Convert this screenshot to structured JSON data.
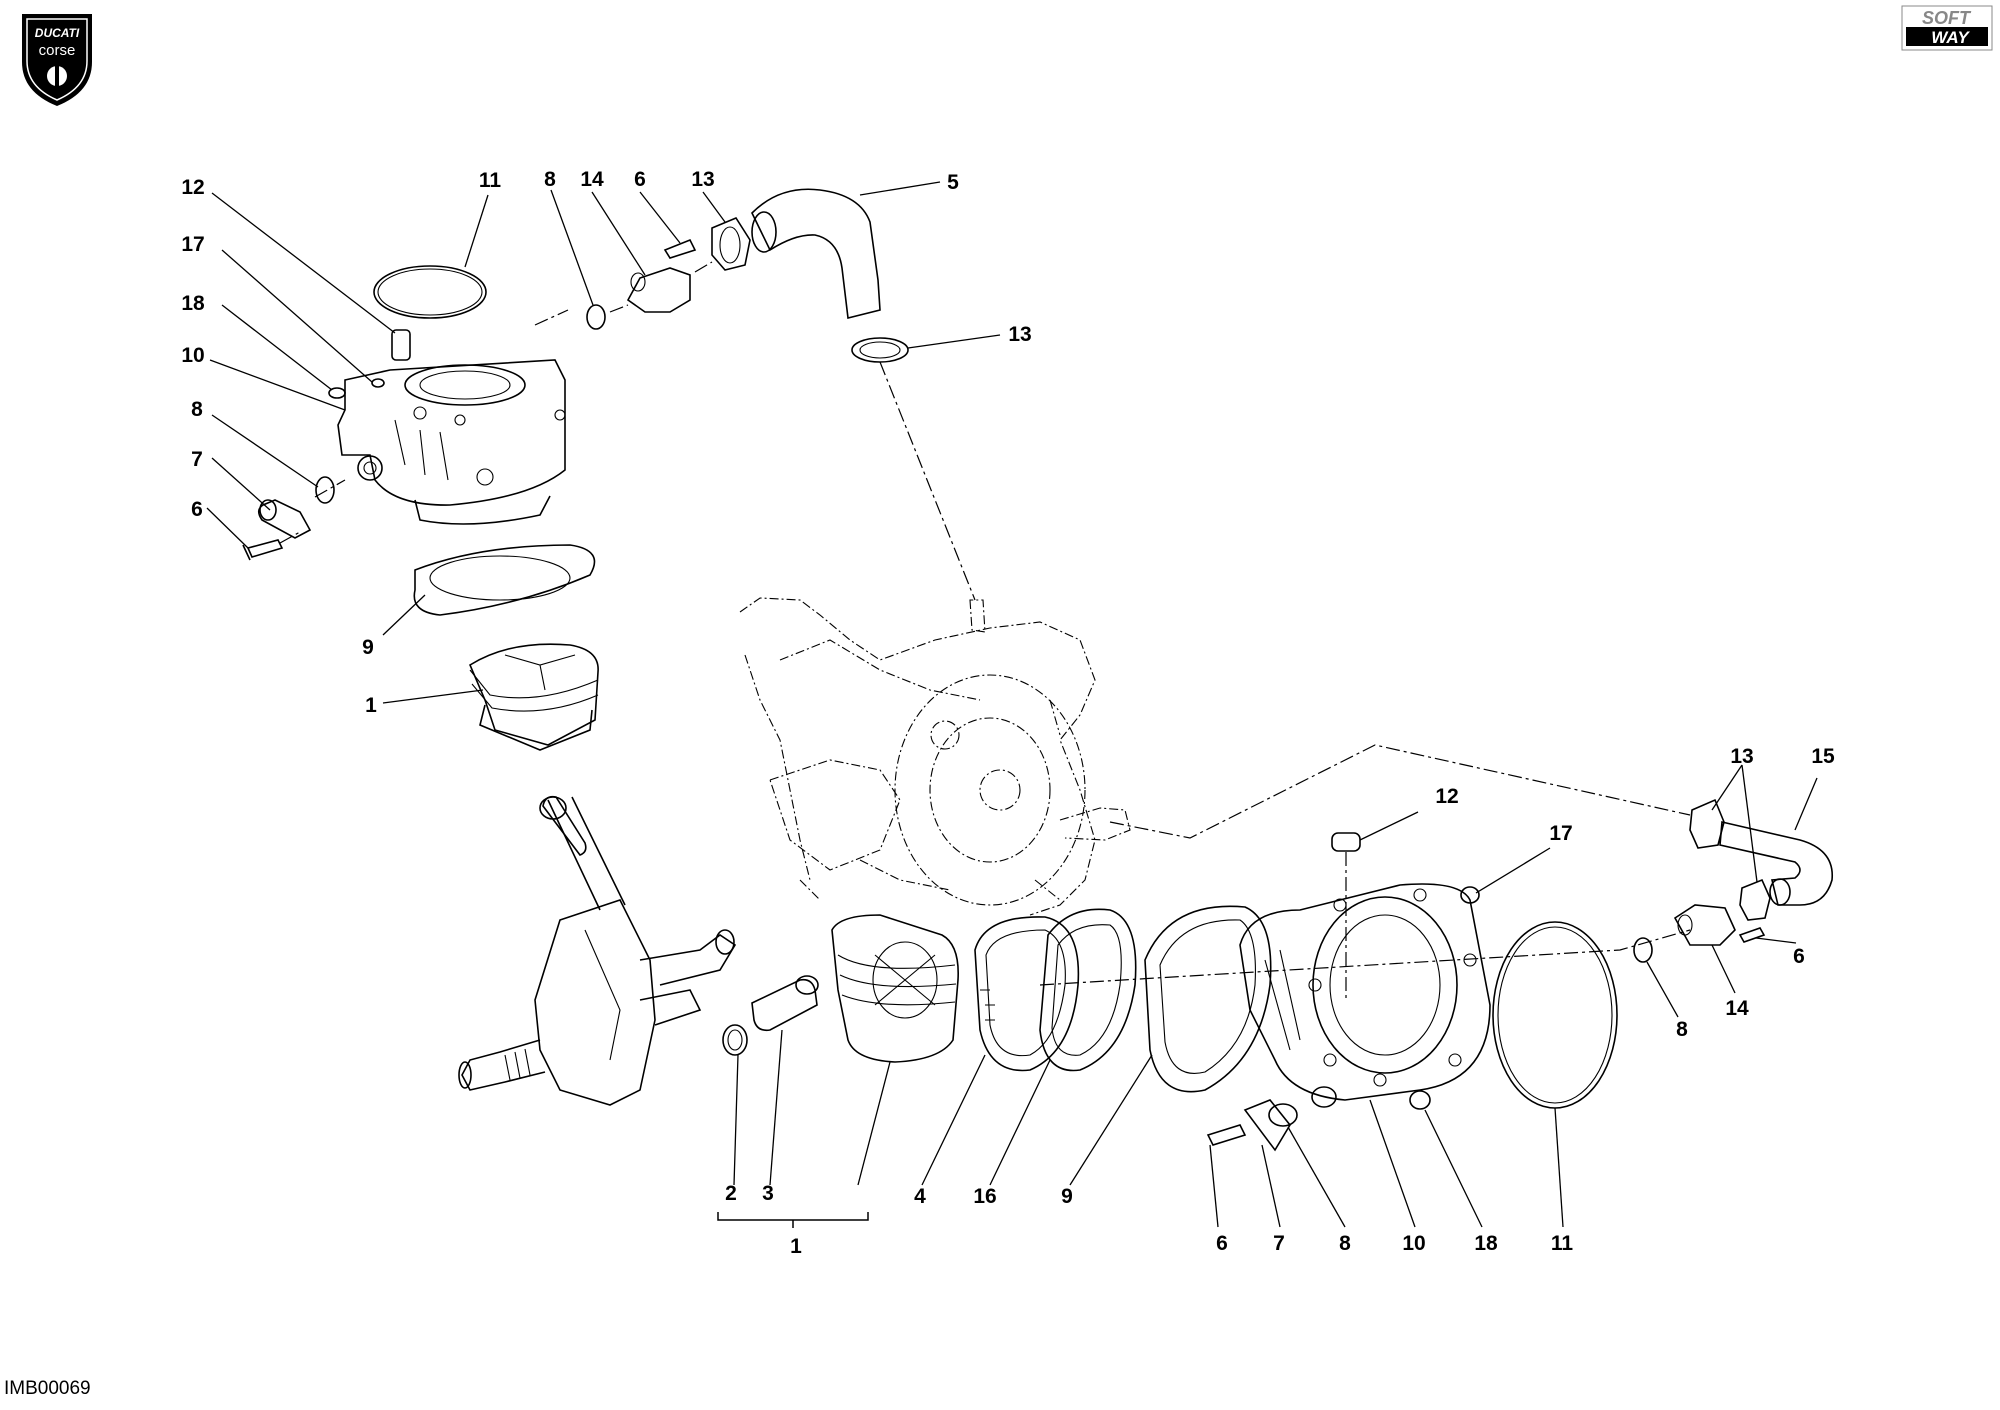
{
  "logos": {
    "brand_top": "DUCATI",
    "brand_bottom": "corse",
    "partner_top": "SOFT",
    "partner_bottom": "WAY"
  },
  "diagram_code": "IMB00069",
  "callouts": [
    {
      "id": "c-12a",
      "label": "12"
    },
    {
      "id": "c-17a",
      "label": "17"
    },
    {
      "id": "c-18a",
      "label": "18"
    },
    {
      "id": "c-10a",
      "label": "10"
    },
    {
      "id": "c-8a",
      "label": "8"
    },
    {
      "id": "c-7a",
      "label": "7"
    },
    {
      "id": "c-6a",
      "label": "6"
    },
    {
      "id": "c-11a",
      "label": "11"
    },
    {
      "id": "c-8b",
      "label": "8"
    },
    {
      "id": "c-14a",
      "label": "14"
    },
    {
      "id": "c-6b",
      "label": "6"
    },
    {
      "id": "c-13a",
      "label": "13"
    },
    {
      "id": "c-5",
      "label": "5"
    },
    {
      "id": "c-13b",
      "label": "13"
    },
    {
      "id": "c-9a",
      "label": "9"
    },
    {
      "id": "c-1a",
      "label": "1"
    },
    {
      "id": "c-12b",
      "label": "12"
    },
    {
      "id": "c-17b",
      "label": "17"
    },
    {
      "id": "c-13c",
      "label": "13"
    },
    {
      "id": "c-15",
      "label": "15"
    },
    {
      "id": "c-2",
      "label": "2"
    },
    {
      "id": "c-3",
      "label": "3"
    },
    {
      "id": "c-1b",
      "label": "1"
    },
    {
      "id": "c-4",
      "label": "4"
    },
    {
      "id": "c-16",
      "label": "16"
    },
    {
      "id": "c-9b",
      "label": "9"
    },
    {
      "id": "c-6c",
      "label": "6"
    },
    {
      "id": "c-7b",
      "label": "7"
    },
    {
      "id": "c-8c",
      "label": "8"
    },
    {
      "id": "c-10b",
      "label": "10"
    },
    {
      "id": "c-18b",
      "label": "18"
    },
    {
      "id": "c-11b",
      "label": "11"
    },
    {
      "id": "c-8d",
      "label": "8"
    },
    {
      "id": "c-14b",
      "label": "14"
    },
    {
      "id": "c-6d",
      "label": "6"
    }
  ]
}
